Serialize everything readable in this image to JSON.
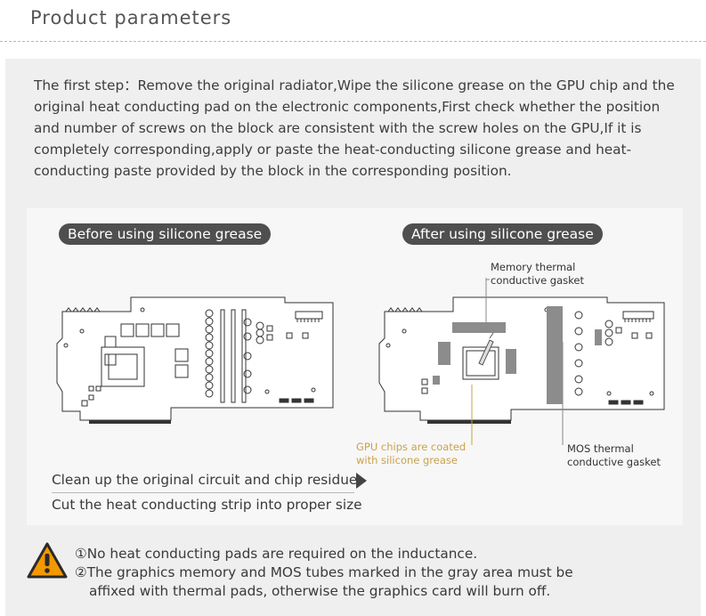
{
  "header": {
    "title": "Product parameters"
  },
  "intro": {
    "text": "The first step：Remove the original radiator,Wipe the silicone grease on the GPU chip and the original heat conducting pad on the electronic components,First check whether the position and number of screws on the block are consistent with the screw holes on the GPU,If it is completely corresponding,apply or paste the heat-conducting silicone grease and heat-conducting paste provided by the block in the corresponding position."
  },
  "figure": {
    "before_label": "Before using silicone grease",
    "after_label": "After using silicone grease",
    "callouts": {
      "memory_line1": "Memory thermal",
      "memory_line2": "conductive gasket",
      "gpu_line1": "GPU chips are coated",
      "gpu_line2": "with silicone grease",
      "mos_line1": "MOS thermal",
      "mos_line2": "conductive gasket"
    },
    "colors": {
      "pad_gray": "#8c8c8c",
      "gpu_callout": "#c9a24c",
      "pill_bg": "#4f4f4f"
    }
  },
  "steps": {
    "step1": "Clean up the original circuit and chip residue",
    "step2": "Cut the heat conducting strip into proper size"
  },
  "warning": {
    "icon": "warning-triangle-icon",
    "icon_color": "#f39800",
    "note1": "①No heat conducting pads are required on the inductance.",
    "note2_line1": "②The graphics memory and MOS tubes marked in the gray area must be",
    "note2_line2": "affixed with thermal pads, otherwise the graphics card will burn off."
  }
}
